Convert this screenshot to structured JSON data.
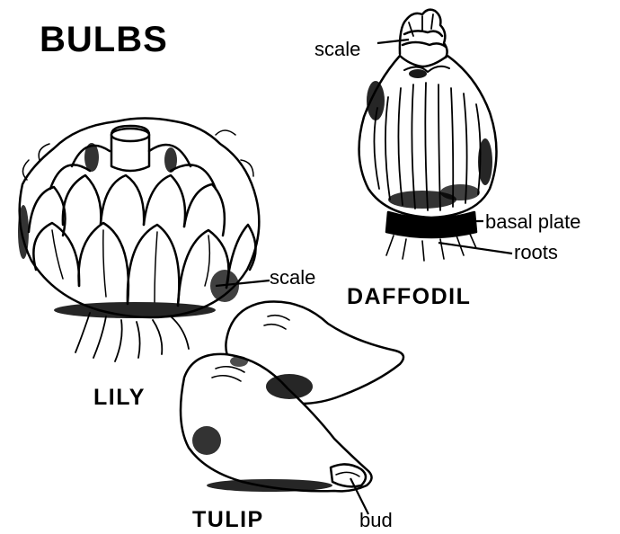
{
  "title": "BULBS",
  "bulbs": [
    {
      "name": "DAFFODIL",
      "parts": [
        "scale",
        "basal plate",
        "roots"
      ]
    },
    {
      "name": "LILY",
      "parts": [
        "scale"
      ]
    },
    {
      "name": "TULIP",
      "parts": [
        "bud"
      ]
    }
  ],
  "colors": {
    "ink": "#000000",
    "paper": "#ffffff"
  }
}
